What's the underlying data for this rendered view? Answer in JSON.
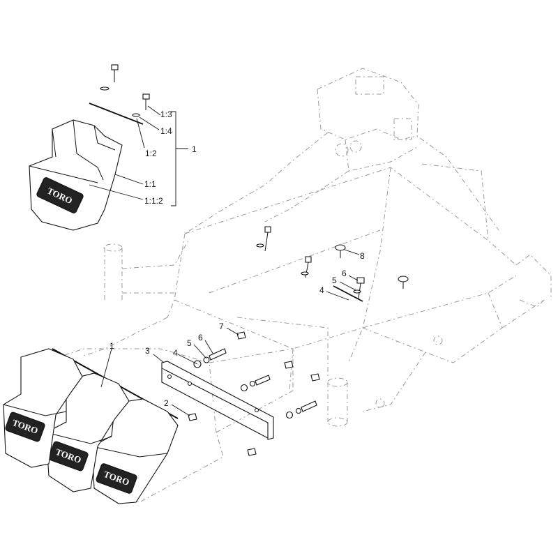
{
  "brand": {
    "logo_text": "TORO"
  },
  "callouts": {
    "c1_3": "1:3",
    "c1_4": "1:4",
    "c1_2": "1:2",
    "c1_1": "1:1",
    "c1_1_2": "1:1:2",
    "c1_top": "1",
    "c1_bottom": "1",
    "c2": "2",
    "c3": "3",
    "c4_a": "4",
    "c5_a": "5",
    "c6_a": "6",
    "c7": "7",
    "c8": "8",
    "c6_b": "6",
    "c5_b": "5",
    "c4_b": "4"
  }
}
